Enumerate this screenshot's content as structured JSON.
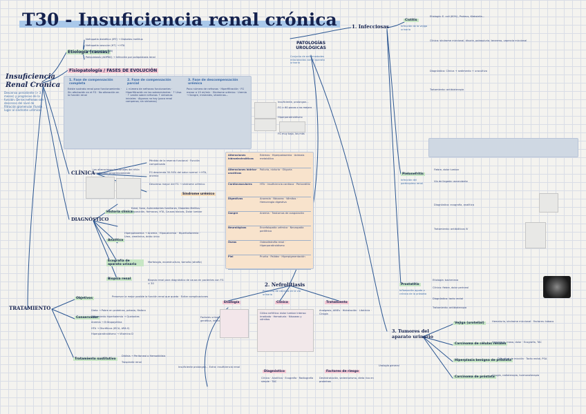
{
  "title": "T30 - Insuficiencia renal crónica",
  "root": {
    "line1": "Insuficiencia",
    "line2": "Renal Crónica",
    "note": "Descenso persistente (> 3 meses) y progresivo de la función. De los nefronas con descenso del nivel de filtración glomerular (funda lugar al síndrome urémico)"
  },
  "etiologia": {
    "label": "Etiología (causas)",
    "items": [
      "Nefropatía diabética (IRT) → Diabetes mellitus",
      "Nefropatía vascular (HT) → HTA",
      "Glomerulopatías (GN)",
      "Poliquistosis (ADPKD) → Infección por poliquistosis renal"
    ]
  },
  "fisiopato": {
    "label": "Fisiopatología / FASES DE EVOLUCIÓN",
    "phase1": {
      "title": "1. Fase de compensación completa",
      "text": "Existe sustrato renal para funcionamiento · Sin afectación en el FG · No alteración en la función renal"
    },
    "phase2": {
      "title": "2. Fase de compensación parcial",
      "text": "↓ número de nefronas funcionantes · Hiperfiltración en las sobrevivientes · ↑ Ursa · ↑ Lesión sobre nefronas ↑ síntomas iniciales · Algunos no hay (poco renal compensa; sin síntomas)"
    },
    "phase3": {
      "title": "3. Fase de descompensación urémica",
      "text": "Poco número de nefronas · Hiperfiltración · FG menor a 15 ml/min · Síndrome urémico · Uremia → Sangre, minerales, vitaminas..."
    }
  },
  "insuficiente": {
    "label": "Insuficiente, prolongan...",
    "note": "FG > 60 pocos o no mejora"
  },
  "hiperparatir": {
    "label": "Hiperparatiroidismo",
    "note": "FG muy bajo, los más"
  },
  "clinica": {
    "label": "CLÍNICA",
    "intro": "Los alteraciones funcionales del riñón incrementan progresivamente",
    "steps": [
      "Pérdida de la reserva funcional · Función compensada",
      "FG descienda 30-50% del valor normal → HTA, anemia",
      "Descenso mayor del FG → síndrome urémico"
    ],
    "sindrome": "Síndrome urémico"
  },
  "table": {
    "rows": [
      {
        "label": "Alteraciones hidroelectrolíticas",
        "text": "Edemas · Hiperpotasemia · Acidosis metabólica"
      },
      {
        "label": "Alteraciones hídrico-oncóticas",
        "text": "Poliuria, nicturia · Oliguria"
      },
      {
        "label": "Cardiovasculares",
        "text": "HTA · Insuficiencia cardiaca · Pericarditis"
      },
      {
        "label": "Digestivas",
        "text": "Anorexia · Náuseas · Vómitos · Hemorragia digestiva"
      },
      {
        "label": "Sangre",
        "text": "Anemia · Trastornos de coagulación"
      },
      {
        "label": "Neurológicas",
        "text": "Encefalopatía urémica · Neuropatía periférica"
      },
      {
        "label": "Óseas",
        "text": "Osteodistrofia renal · Hiperparatiroidismo"
      },
      {
        "label": "Piel",
        "text": "Prurito · Palidez · Hiperpigmentación"
      }
    ]
  },
  "diagnostico": {
    "label": "DIAGNÓSTICO",
    "historia": {
      "label": "Historia clínica",
      "text": "Edad, Sexo, Antecedentes familiares, Diabetes Mellitus · Exposición, fármacos, HTA, Causas tóxicas, Dolor lumbar"
    },
    "analitica": {
      "label": "Analítica",
      "text": "Hiperpotasemia → Anemia · Hipocalcemia · Hiperfosforemia · Urea, creatinina, ácido úrico"
    },
    "eco": {
      "label": "Ecografía de aparato urinario",
      "text": "Morfología, ecoestructura, tamaño (atrofia)"
    },
    "biopsia": {
      "label": "Biopsia renal",
      "text": "Biopsia renal para diagnóstico de causa en pacientes con FG > 30"
    }
  },
  "tratamiento": {
    "label": "TRATAMIENTO",
    "objetivo": {
      "label": "Objetivos",
      "text": "Preservar la mejor posible la función renal que queda · Evitar complicaciones"
    },
    "conserv": {
      "label": "Conservador",
      "items": [
        "Dieta → Pobre en proteínas, potasio, fósforo",
        "Tratamiento hiperkalemia → Quelantes",
        "Anemia → Eritropoyetina",
        "HTA → Diuréticos (IECA, ARA II)",
        "Hiperparatiroidismo → Vitamina D"
      ]
    },
    "sustitutivo": {
      "label": "Tratamiento sustitutivo",
      "items": [
        "Diálisis → Peritoneal o Hemodiálisis",
        "Trasplante renal"
      ]
    }
  },
  "center_note": "Insuficiente prolongan... Extra: insuficiencia renal",
  "patologias": {
    "label": "PATOLOGÍAS UROLÓGICAS",
    "note": "Conjunto de enfermedades relacionadas con el aparato urinario"
  },
  "infecciosas": {
    "label": "1. Infecciosas",
    "cistitis": {
      "label": "Cistitis",
      "note": "Infección de la vejiga urinaria",
      "etiologia": "Etiología: E. coli (80%), Proteus, Klebsiella...",
      "clinica": "Clínica: síndrome miccional, disuria, polaquiuria, tenesmo, urgencia miccional",
      "diagnostico": "Diagnóstico: Clínica + sedimento + urocultivo",
      "tratamiento": "Tratamiento: antibioterapia"
    },
    "pielo": {
      "label": "Pielonefritis",
      "note": "Infección del parénquima renal",
      "items": [
        "Fiebre, dolor lumbar",
        "Vía de llegada: ascendente",
        "Diagnóstico: ecografía, analítica",
        "Tratamiento: antibióticos IV"
      ]
    },
    "prostatitis": {
      "label": "Prostatitis",
      "note": "Inflamación aguda o crónica de la próstata",
      "items": [
        "Etiología: bacteriana",
        "Clínica: fiebre, dolor perineal",
        "Diagnóstico: tacto rectal",
        "Tratamiento: antibioterapia"
      ]
    }
  },
  "nefrolitiasis": {
    "label": "2. Nefrolitiasis",
    "note": "Presencia de cálculos en la vía urinaria",
    "etiologia": {
      "label": "Etiología",
      "text": "Factores urinarios, dieta, genética, infecciones"
    },
    "clinica": {
      "label": "Clínica",
      "text": "Cólico nefrítico: dolor lumbar intenso irradiado · Hematuria · Náuseas y vómitos"
    },
    "tratamiento": {
      "label": "Tratamiento",
      "text": "Analgesia, AINEs · Hidratación · Litotricia · Cirugía"
    },
    "diagnostico": {
      "label": "Diagnóstico",
      "text": "Clínica · Analítica · Ecografía · Radiografía simple · TAC"
    },
    "factores": {
      "label": "Factores de riesgo",
      "text": "Deshidratación, sedentarismo, dieta rica en proteínas"
    }
  },
  "tumores": {
    "label": "3. Tumores del aparato urinario",
    "vejiga": {
      "label": "Vejiga (urotelial)",
      "text": "Hematuria, síndrome miccional · Factores: tabaco"
    },
    "renal": {
      "label": "Carcinoma de células renales",
      "text": "Hematuria, masa, dolor · Ecografía, TAC"
    },
    "prostata": {
      "label": "Hiperplasia benigna de próstata",
      "text": "Dificultad de micción · Tacto rectal, PSA"
    },
    "carcinoma": {
      "label": "Carcinoma de próstata",
      "text": "Cirugía, radioterapia, hormonoterapia"
    },
    "extra": "Urología general"
  },
  "colors": {
    "navy": "#15224e",
    "blue_hl": "#b9d4ef",
    "pink_hl": "#f4c7d3",
    "green_hl": "#c7e6c4",
    "peach": "#f6ddb9",
    "line": "#2a5591"
  }
}
